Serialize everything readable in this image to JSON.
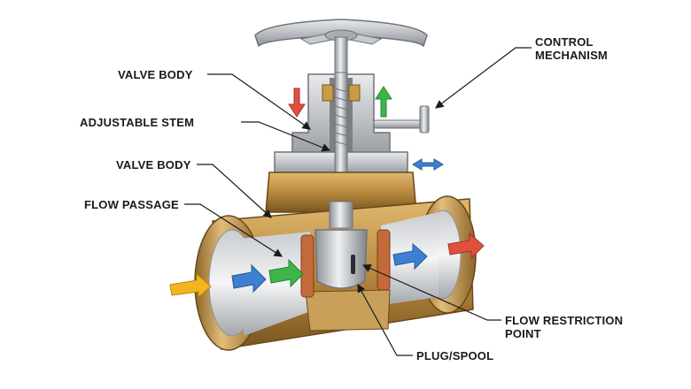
{
  "labels": {
    "valve_body_top": "VALVE BODY",
    "adjustable_stem": "ADJUSTABLE STEM",
    "valve_body_mid": "VALVE BODY",
    "flow_passage": "FLOW PASSAGE",
    "control_mechanism_line1": "CONTROL",
    "control_mechanism_line2": "MECHANISM",
    "flow_restriction_line1": "FLOW RESTRICTION",
    "flow_restriction_line2": "POINT",
    "plug_spool": "PLUG/SPOOL"
  },
  "colors": {
    "brass": "#b8893e",
    "brass_dark": "#7a5520",
    "steel": "#b9bcc0",
    "steel_dark": "#6f7378",
    "copper": "#c46a3a",
    "arrow_yellow": "#f2b51f",
    "arrow_blue": "#3d7fd1",
    "arrow_green": "#3eb54a",
    "arrow_red": "#e0503e"
  }
}
